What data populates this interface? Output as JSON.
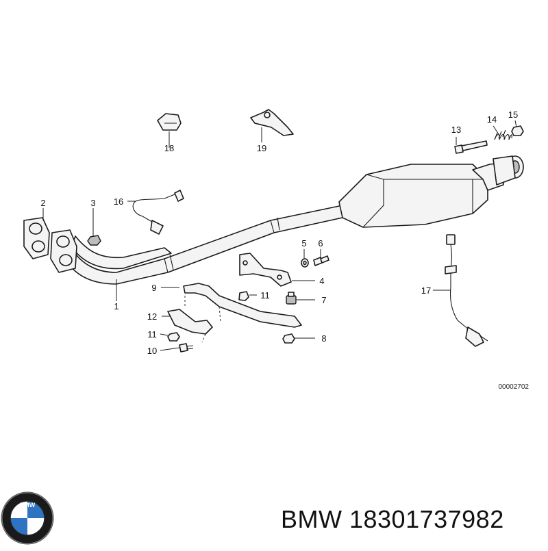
{
  "labels": [
    "1",
    "2",
    "3",
    "4",
    "5",
    "6",
    "7",
    "8",
    "9",
    "10",
    "11",
    "11",
    "12",
    "13",
    "14",
    "15",
    "16",
    "17",
    "18",
    "19"
  ],
  "reference_number": "00002702",
  "brand_text": "BMW 18301737982",
  "logo_text": "BMW",
  "colors": {
    "logo_blue": "#2f74c0",
    "logo_ring": "#111111",
    "line": "#1a1a1a"
  }
}
